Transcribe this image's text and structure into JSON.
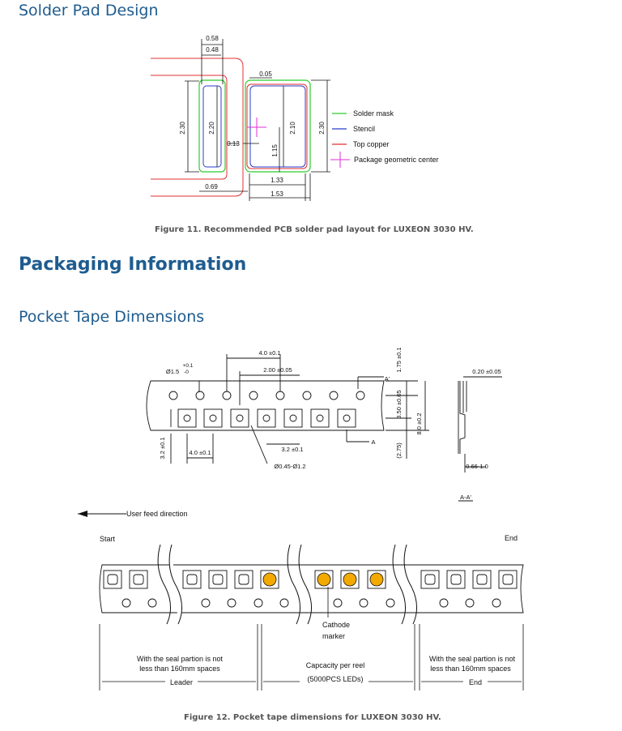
{
  "sections": {
    "solder_heading": "Solder Pad Design",
    "packaging_heading": "Packaging Information",
    "pocket_heading": "Pocket Tape Dimensions"
  },
  "colors": {
    "heading": "#1f5c8f",
    "solder_mask": "#2ecc2e",
    "stencil": "#2b3ec8",
    "top_copper": "#e03030",
    "center_marker": "#e02fd6",
    "led_fill": "#f2a900"
  },
  "fig11": {
    "caption": "Figure 11. Recommended PCB solder pad layout for LUXEON 3030 HV.",
    "dims": {
      "d058": "0.58",
      "d048": "0.48",
      "d005": "0.05",
      "d230a": "2.30",
      "d220": "2.20",
      "d013": "0.13",
      "d210": "2.10",
      "d115": "1.15",
      "d230b": "2.30",
      "d069": "0.69",
      "d133": "1.33",
      "d153": "1.53"
    },
    "legend": [
      "Solder mask",
      "Stencil",
      "Top copper",
      "Package geometric center"
    ]
  },
  "fig12": {
    "caption": "Figure 12. Pocket tape dimensions for LUXEON 3030 HV.",
    "dims": {
      "pitch_holes": "4.0 ±0.1",
      "half_pitch": "2.00 ±0.05",
      "hole_dia": "Ø1.5",
      "hole_tol_plus": "+0.1",
      "hole_tol_minus": "-0",
      "edge": "3.2 ±0.1",
      "pitch_pockets": "4.0 ±0.1",
      "pocket_gap": "3.2 ±0.1",
      "pocket_hole": "Ø0.45-Ø1.2",
      "d175": "1.75 ±0.1",
      "d350": "3.50 ±0.05",
      "d80": "8.0 ±0.2",
      "d275": "(2.75)",
      "thickness": "0.20 ±0.05",
      "depth": "0.66-1.0",
      "label_a": "A",
      "label_a_prime": "A'",
      "section_label": "A-A'"
    },
    "feed_direction": "User feed direction",
    "start": "Start",
    "end_label": "End",
    "cathode_line1": "Cathode",
    "cathode_line2": "marker",
    "leader_note_line1": "With the seal partion is not",
    "leader_note_line2": "less than 160mm spaces",
    "leader": "Leader",
    "capacity_line1": "Capcacity per reel",
    "capacity_line2": "(5000PCS LEDs)",
    "end_note_line1": "With the seal partion is not",
    "end_note_line2": "less than 160mm spaces",
    "end_bottom": "End"
  }
}
